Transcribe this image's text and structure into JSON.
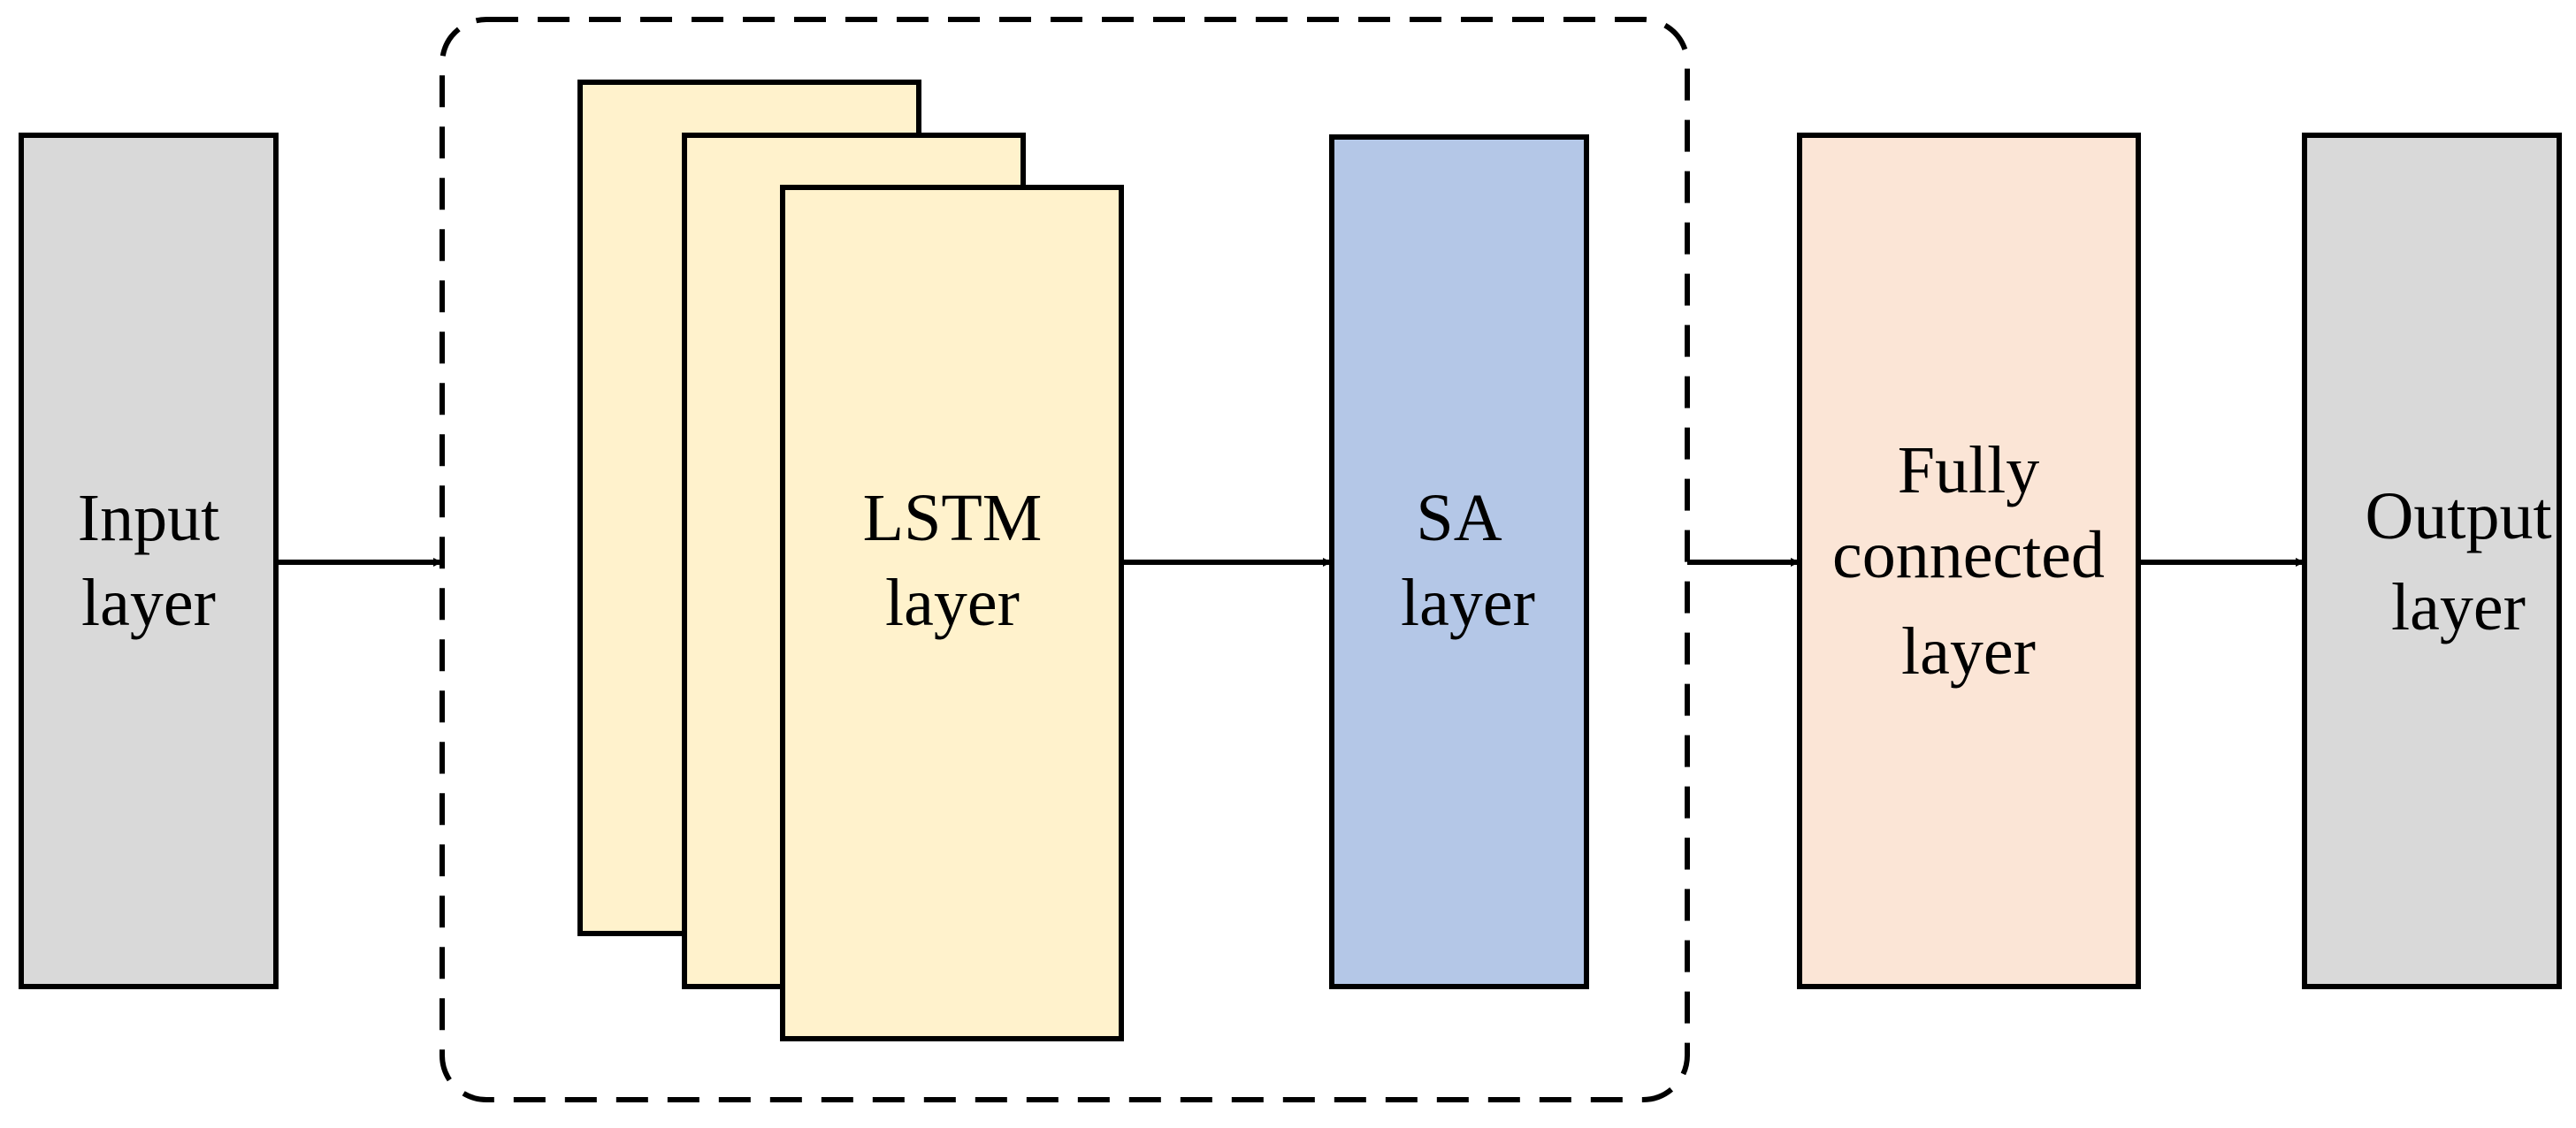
{
  "diagram": {
    "nodes": {
      "input": {
        "line1": "Input",
        "line2": "layer",
        "fill": "#d9d9d9"
      },
      "lstm": {
        "line1": "LSTM",
        "line2": "layer",
        "fill": "#fff2cc"
      },
      "sa": {
        "line1": "SA",
        "line2": "layer",
        "fill": "#b4c7e7"
      },
      "fc": {
        "line1": "Fully",
        "line2": "connected",
        "line3": "layer",
        "fill": "#fbe5d6"
      },
      "output": {
        "line1": "Output",
        "line2": "layer",
        "fill": "#d9d9d9"
      }
    },
    "edges": [
      {
        "from": "input",
        "to": "attention-group"
      },
      {
        "from": "lstm",
        "to": "sa"
      },
      {
        "from": "attention-group",
        "to": "fc"
      },
      {
        "from": "fc",
        "to": "output"
      }
    ],
    "colors": {
      "stroke": "#000000",
      "background": "#ffffff"
    }
  }
}
